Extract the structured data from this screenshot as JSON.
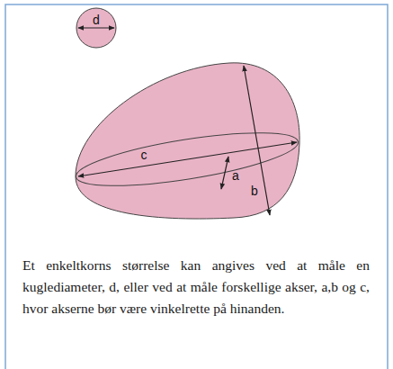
{
  "diagram": {
    "caption": "Et enkeltkorns størrelse kan angives ved at måle en kuglediameter, d, eller ved at måle forskellige akser, a,b og c, hvor akserne bør være vinkelrette på hinanden.",
    "nodes": [
      {
        "text": [
          "d"
        ]
      },
      {
        "text": [
          "c",
          "a",
          "b"
        ]
      }
    ]
  }
}
